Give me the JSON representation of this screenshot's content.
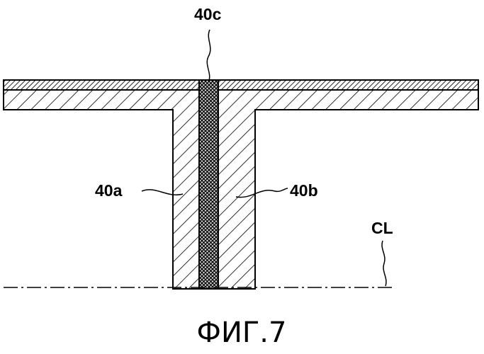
{
  "figure": {
    "caption": "ФИГ.7",
    "labels": {
      "part_40a": "40a",
      "part_40b": "40b",
      "part_40c": "40c",
      "center_line": "CL"
    }
  },
  "colors": {
    "ink": "#000000",
    "background": "#ffffff"
  }
}
